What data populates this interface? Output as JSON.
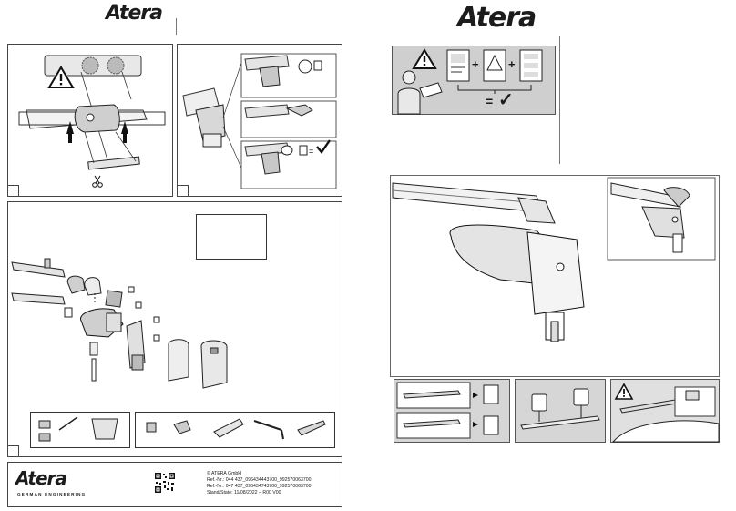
{
  "brand": {
    "logo_left": "Atera",
    "logo_right": "Atera",
    "footer_logo": "Atera",
    "tagline": "GERMAN ENGINEERING"
  },
  "footer": {
    "copyright": "© ATERA GmbH",
    "ref1": "Ref.-Nr.: 044 437_096434443700_992570063700",
    "ref2": "Ref.-Nr.: 047 437_096434743700_992570063700",
    "stand": "Stand/State: 11/08/2022 – R00 V00"
  },
  "info_panel": {
    "equals": "=",
    "plus": "+",
    "check": "✓"
  },
  "icons": [
    "warning-icon",
    "check-icon",
    "scissors-icon",
    "qr-code-icon"
  ]
}
